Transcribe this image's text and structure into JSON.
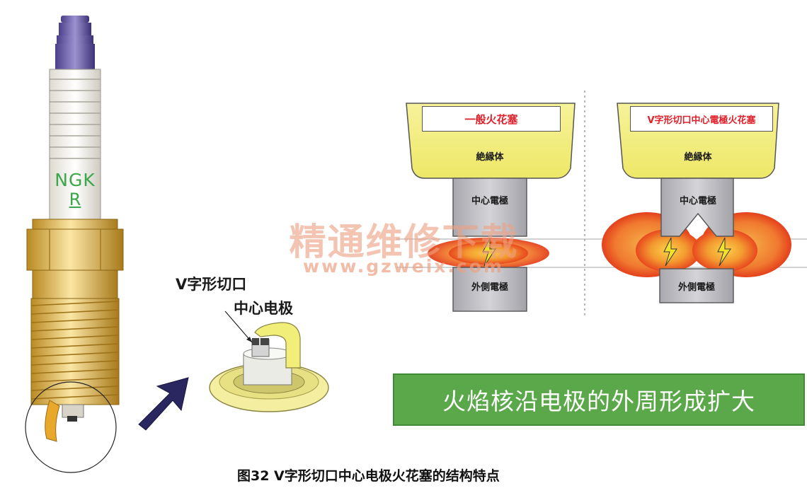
{
  "left_labels": {
    "v_notch": "V字形切口",
    "center_electrode": "中心电极"
  },
  "brand": {
    "name": "NGK",
    "mark": "R"
  },
  "panel_standard": {
    "title": "一般火花塞",
    "insulator": "絶縁体",
    "center_electrode": "中心電極",
    "ground_electrode": "外側電極"
  },
  "panel_v_notch": {
    "title": "V字形切口中心電極火花塞",
    "insulator": "絶縁体",
    "center_electrode": "中心電極",
    "ground_electrode": "外側電極"
  },
  "banner": "火焰核沿电极的外周形成扩大",
  "caption": "图32 V字形切口中心电极火花塞的结构特点",
  "watermark": {
    "site_name": "精通维修下载",
    "url": "www.gzweix.com"
  },
  "colors": {
    "insulator_yellow": "#f2ee7a",
    "electrode_gray": "#b9b9bd",
    "flame_red": "#ea3a1c",
    "flame_orange": "#f7a436",
    "banner_green": "#5aa84a",
    "title_red": "#e0202a",
    "arrow_navy": "#2a2660"
  }
}
